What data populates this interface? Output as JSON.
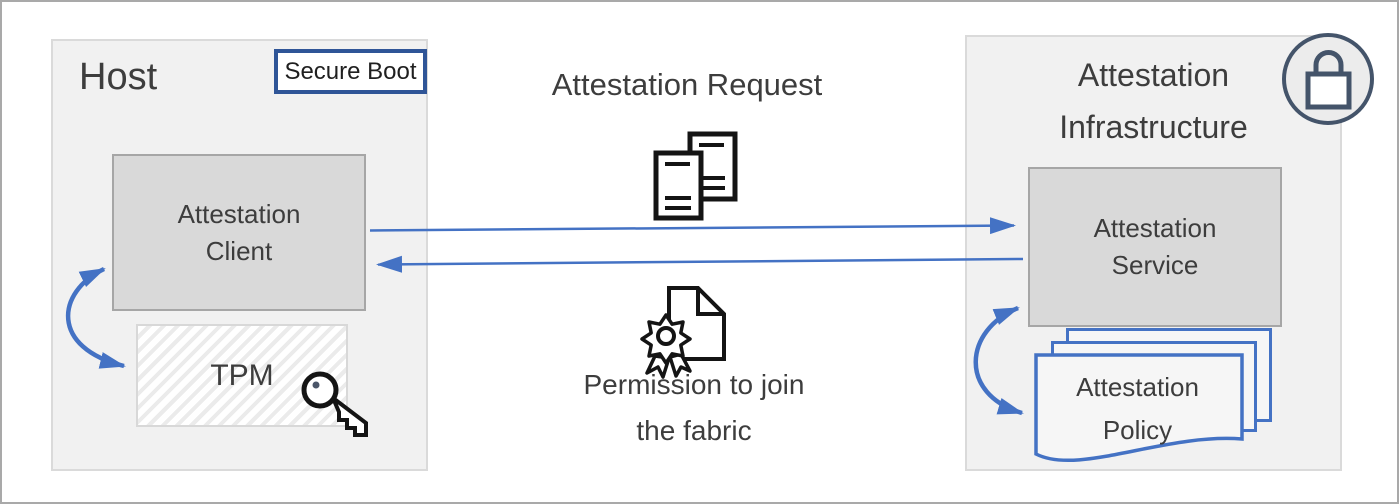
{
  "host": {
    "title": "Host",
    "secure_boot_label": "Secure Boot",
    "client_label": "Attestation Client",
    "tpm_label": "TPM"
  },
  "middle": {
    "request_label": "Attestation Request",
    "permission_lines": [
      "Permission to join",
      "the fabric"
    ]
  },
  "infrastructure": {
    "title": "Attestation Infrastructure",
    "service_label": "Attestation Service",
    "policy_label": "Attestation Policy"
  },
  "icons": {
    "request": "documents-icon",
    "permission": "certificate-icon",
    "tpm_key": "key-icon",
    "security": "lock-icon"
  },
  "colors": {
    "arrow": "#4472c4",
    "policy_outline": "#4472c4",
    "secure_boot_outline": "#2f5597",
    "lock": "#44546a",
    "container_fill": "#f1f1f1",
    "node_fill": "#d9d9d9",
    "text": "#3d3d3d"
  }
}
